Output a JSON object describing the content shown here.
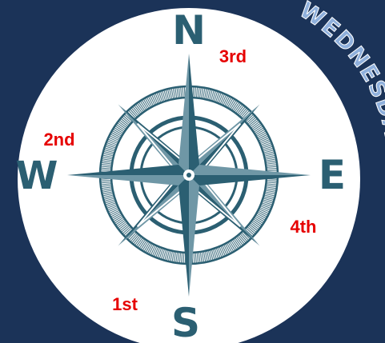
{
  "directions": {
    "north": "N",
    "south": "S",
    "east": "E",
    "west": "W"
  },
  "ranks": {
    "north_east": "3rd",
    "north_west": "2nd",
    "south_east": "4th",
    "south_west": "1st"
  },
  "day_label": "WEDNESDAY",
  "colors": {
    "background": "#1b3358",
    "dial": "#ffffff",
    "compass": "#2b5f72",
    "rank_text": "#e60000",
    "day_text_fill": "#8fb0dc",
    "day_text_stroke": "#ffffff"
  }
}
